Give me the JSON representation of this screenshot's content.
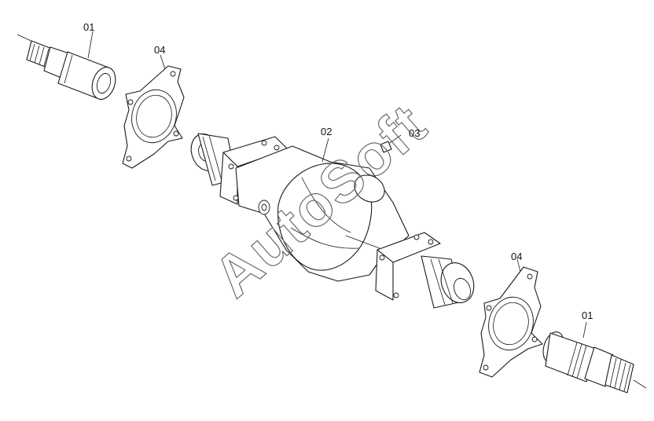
{
  "diagram": {
    "parts": [
      {
        "id": "left_shaft",
        "callout": "01"
      },
      {
        "id": "left_flange",
        "callout": "04"
      },
      {
        "id": "axle_housing",
        "callout": "02"
      },
      {
        "id": "plug",
        "callout": "03"
      },
      {
        "id": "right_flange",
        "callout": "04"
      },
      {
        "id": "right_shaft",
        "callout": "01"
      }
    ],
    "watermark": "AutoSoft"
  },
  "colors": {
    "line": "#1a1a1a",
    "background": "#ffffff",
    "watermark": "#6b6b6b"
  }
}
